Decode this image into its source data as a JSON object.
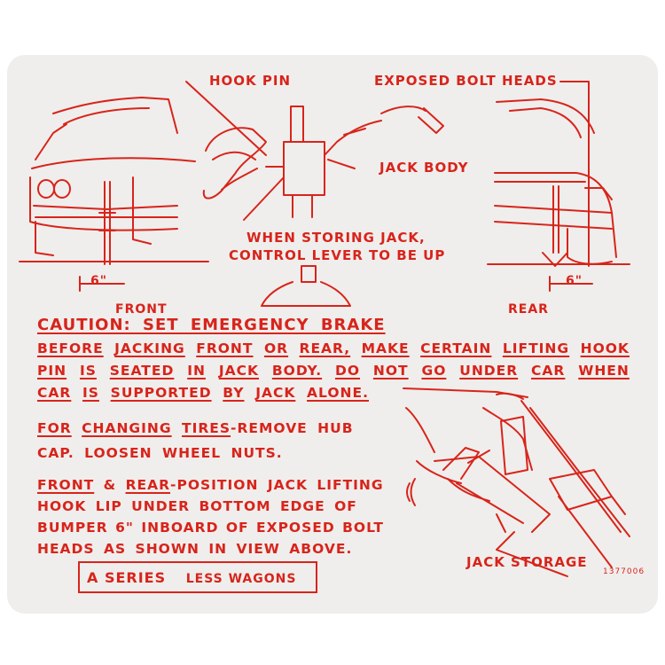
{
  "labels": {
    "hook_pin": "HOOK PIN",
    "exposed_bolt_heads": "EXPOSED BOLT HEADS",
    "jack_body": "JACK BODY",
    "storing_line1": "WHEN STORING JACK,",
    "storing_line2": "CONTROL LEVER TO BE UP",
    "dim_front": "6\"",
    "dim_rear": "6\"",
    "front": "FRONT",
    "rear": "REAR",
    "jack_storage": "JACK STORAGE",
    "part_number": "1377006"
  },
  "caution": {
    "heading": "CAUTION: SET EMERGENCY BRAKE",
    "line1": [
      "BEFORE",
      "JACKING",
      "FRONT",
      "OR",
      "REAR,",
      "MAKE",
      "CERTAIN",
      "LIFTING",
      "HOOK"
    ],
    "line2": [
      "PIN",
      "IS",
      "SEATED",
      "IN",
      "JACK",
      "BODY.",
      "DO",
      "NOT",
      "GO",
      "UNDER",
      "CAR",
      "WHEN"
    ],
    "line3": [
      "CAR",
      "IS",
      "SUPPORTED",
      "BY",
      "JACK",
      "ALONE."
    ]
  },
  "tires": {
    "w1": "FOR",
    "w2": "CHANGING",
    "w3": "TIRES",
    "rest": "-REMOVE HUB",
    "line2": "CAP. LOOSEN WHEEL NUTS."
  },
  "position": {
    "w1": "FRONT",
    "amp": " & ",
    "w2": "REAR",
    "rest": "-POSITION JACK LIFTING",
    "line2": "HOOK LIP UNDER BOTTOM EDGE OF",
    "line3": "BUMPER 6\" INBOARD OF EXPOSED BOLT",
    "line4": "HEADS AS SHOWN IN VIEW ABOVE."
  },
  "series": {
    "main": "A SERIES",
    "sub": "LESS WAGONS"
  },
  "colors": {
    "ink": "#d8241b",
    "decal": "#efeeec",
    "background": "#ffffff"
  }
}
